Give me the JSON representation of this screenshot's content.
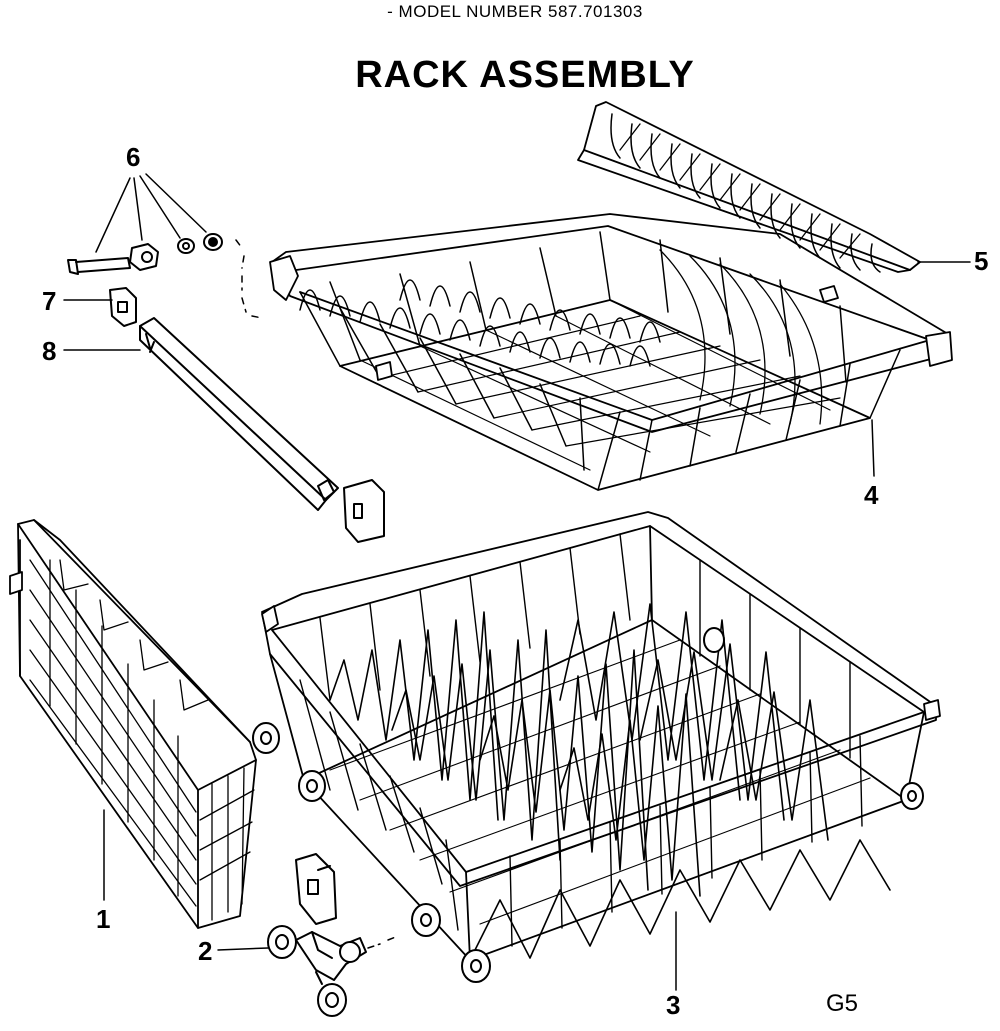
{
  "header": {
    "model_number": "- MODEL NUMBER 587.701303",
    "title": "RACK ASSEMBLY"
  },
  "callouts": {
    "c1": "1",
    "c2": "2",
    "c3": "3",
    "c4": "4",
    "c5": "5",
    "c6": "6",
    "c7": "7",
    "c8": "8"
  },
  "page_code": "G5"
}
